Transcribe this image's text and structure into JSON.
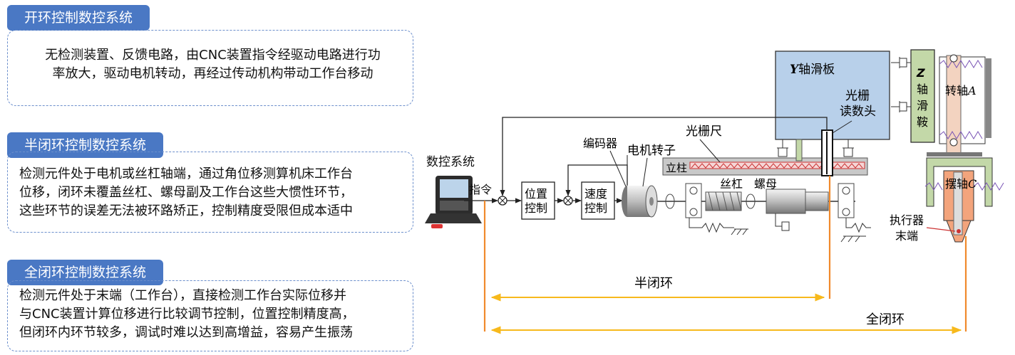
{
  "sections": [
    {
      "title": "开环控制数控系统",
      "lines": [
        "无检测装置、反馈电路，由CNC装置指令经驱动电路进行功",
        "率放大，驱动电机转动，再经过传动机构带动工作台移动"
      ]
    },
    {
      "title": "半闭环控制数控系统",
      "lines": [
        "检测元件处于电机或丝杠轴端，通过角位移测算机床工作台",
        "位移，闭环未覆盖丝杠、螺母副及工作台这些大惯性环节，",
        "这些环节的误差无法被环路矫正，控制精度受限但成本适中"
      ]
    },
    {
      "title": "全闭环控制数控系统",
      "lines": [
        "检测元件处于末端（工作台），直接检测工作台实际位移并",
        "与CNC装置计算位移进行比较调节控制，位置控制精度高，",
        "但闭环内环节较多，调试时难以达到高增益，容易产生振荡"
      ]
    }
  ],
  "diagram": {
    "cnc_label": "数控系统",
    "command_label": "指令",
    "position_ctrl": [
      "位置",
      "控制"
    ],
    "speed_ctrl": [
      "速度",
      "控制"
    ],
    "encoder_label": "编码器",
    "motor_rotor_label": "电机转子",
    "grating_ruler_label": "光栅尺",
    "column_label": "立柱",
    "lead_screw_label": "丝杠",
    "nut_label": "螺母",
    "y_slide_label": [
      "Y",
      "轴滑板"
    ],
    "grating_head_label": [
      "光栅",
      "读数头"
    ],
    "z_saddle_label": [
      "Z",
      "轴",
      "滑",
      "鞍"
    ],
    "rotary_a_label": [
      "转轴",
      "A"
    ],
    "swing_c_label": [
      "摆轴",
      "C"
    ],
    "end_effector_label": [
      "执行器",
      "末端"
    ],
    "semi_closed_label": "半闭环",
    "full_closed_label": "全闭环"
  },
  "colors": {
    "tag_bg": "#4a78c4",
    "panel_border": "#6c8fcc",
    "loop_orange": "#f08a2c",
    "arrow_yellow": "#f7b91c",
    "slide_blue": "#b8d0ea",
    "saddle_green": "#c3d8a8",
    "swing_orange": "#f3a47c",
    "spring_purple": "#7a55b5"
  }
}
